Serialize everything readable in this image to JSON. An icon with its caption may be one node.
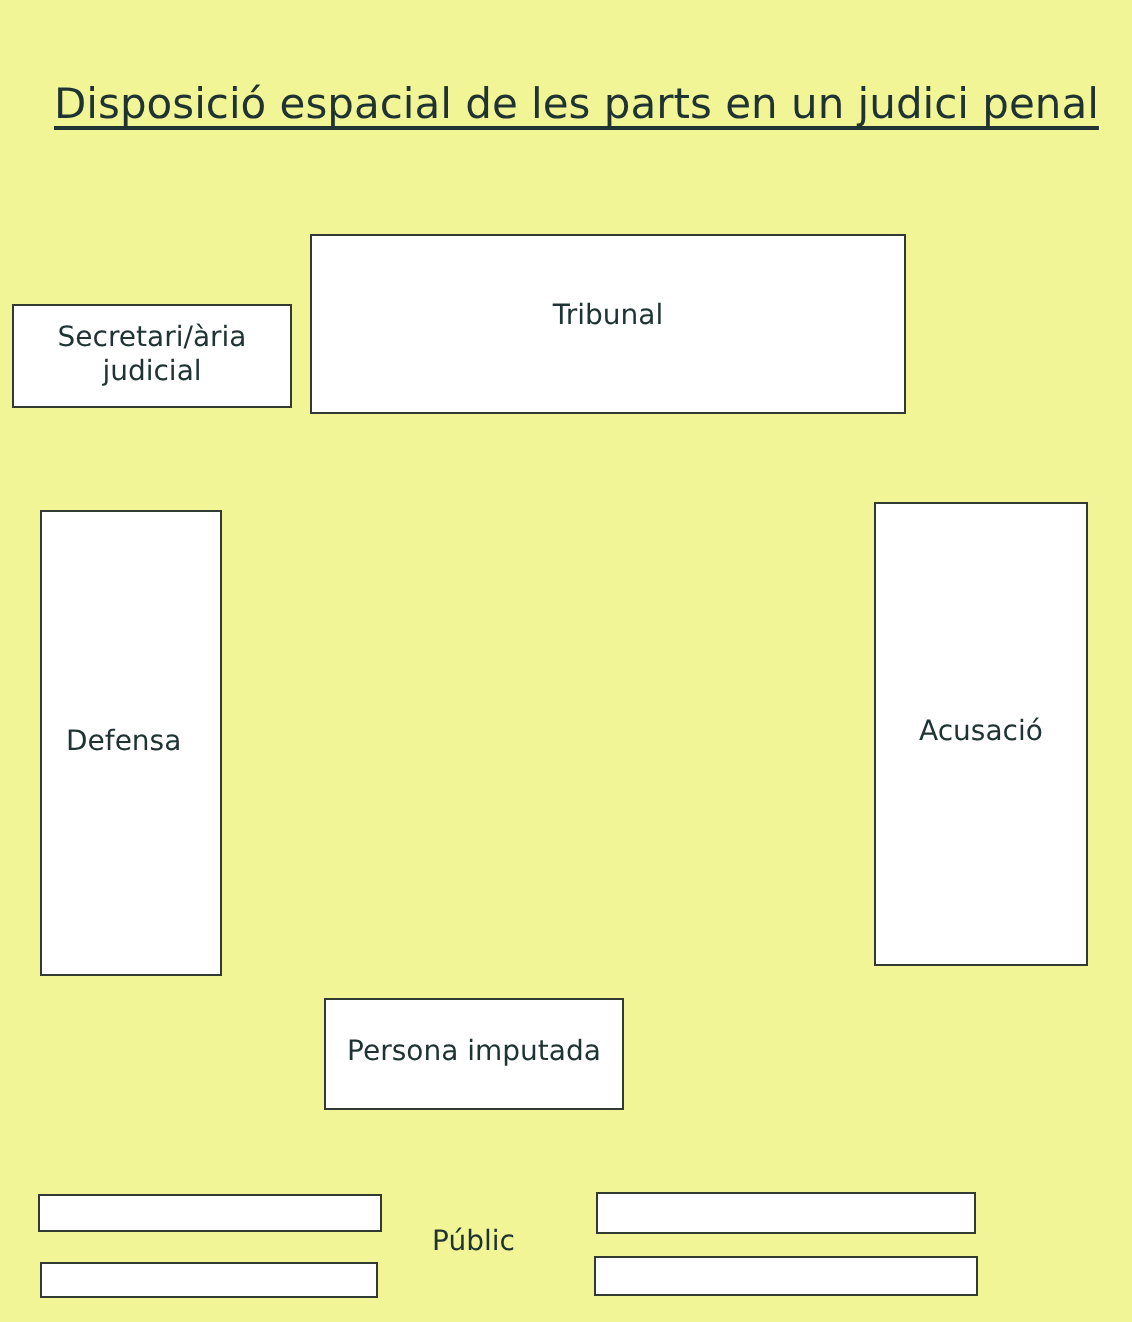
{
  "diagram": {
    "title": "Disposició espacial de les parts en un judici penal",
    "nodes": [
      {
        "text": [
          "Tribunal"
        ]
      },
      {
        "text": [
          "Secretari/ària judicial"
        ]
      },
      {
        "text": [
          "Defensa"
        ]
      },
      {
        "text": [
          "Acusació"
        ]
      },
      {
        "text": [
          "Persona imputada"
        ]
      },
      {
        "text": [],
        "shape": "bar"
      },
      {
        "text": [],
        "shape": "bar"
      },
      {
        "text": [],
        "shape": "bar"
      },
      {
        "text": [],
        "shape": "bar"
      }
    ],
    "labels": [
      "Públic"
    ]
  }
}
